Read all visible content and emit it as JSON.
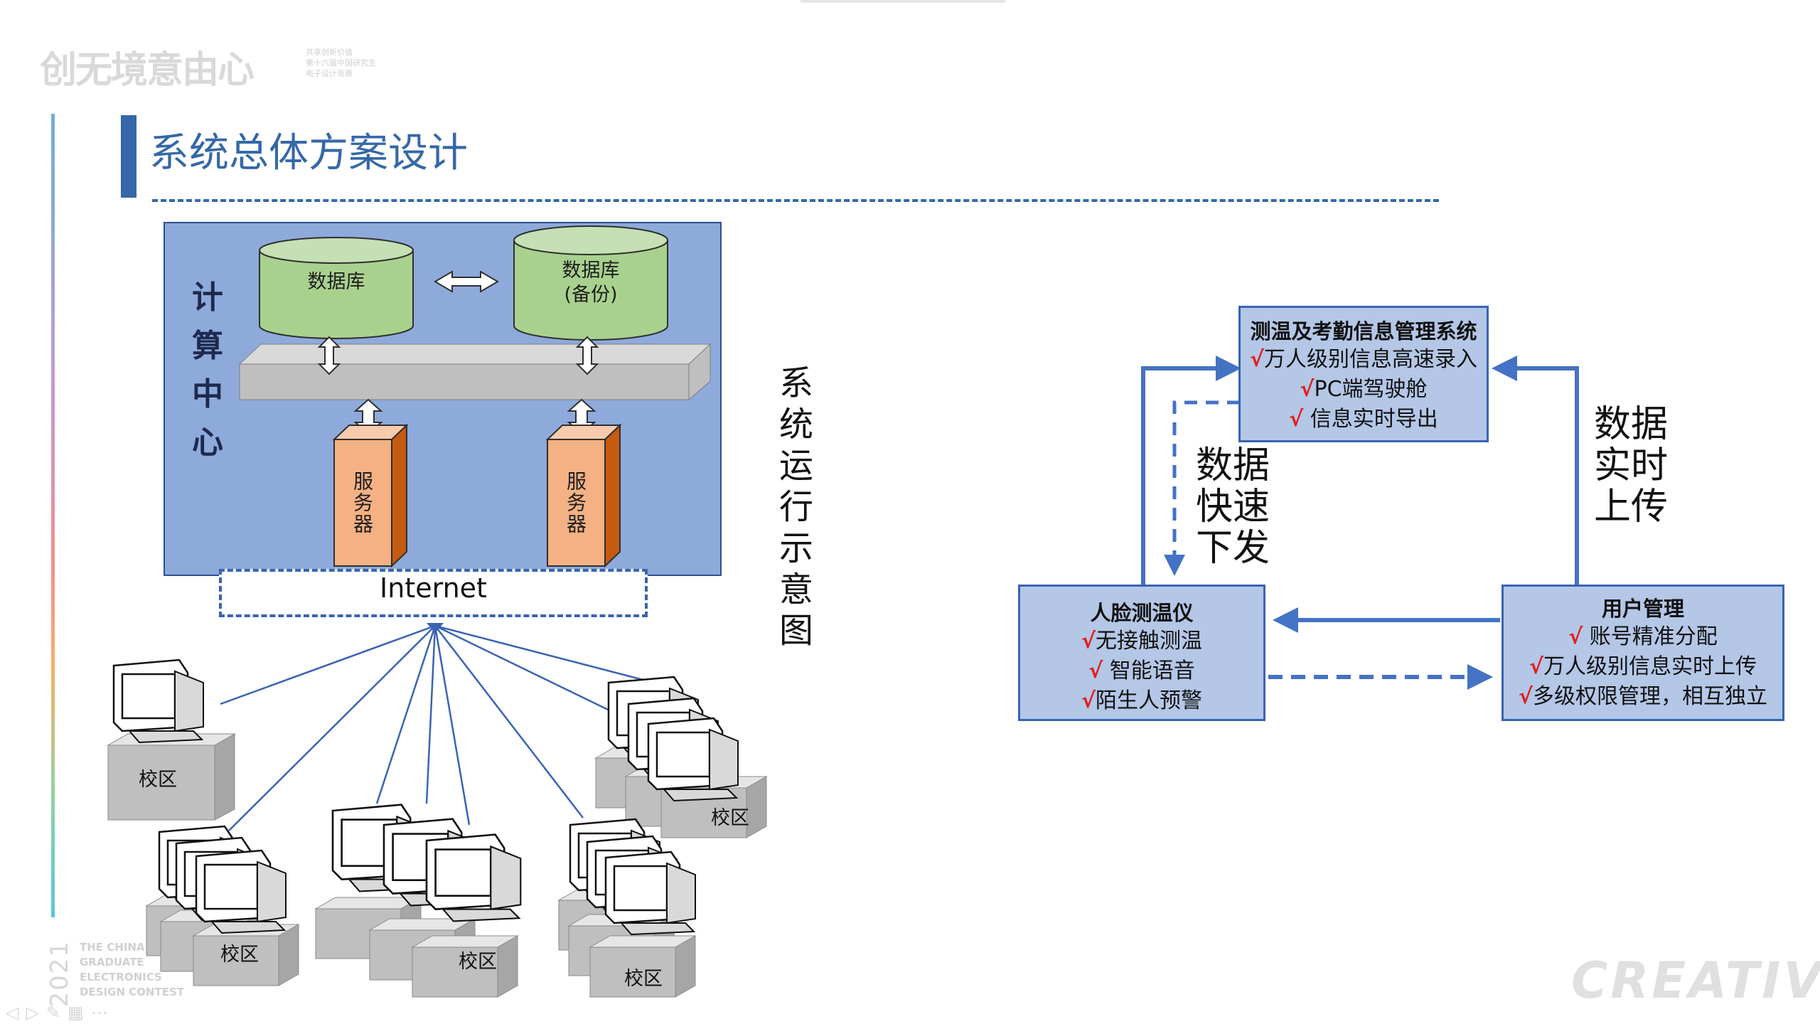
{
  "header": {
    "brand": "创无境意由心",
    "brand_sub": "共享创新价值\n第十六届中国研究生\n电子设计竞赛",
    "title": "系统总体方案设计"
  },
  "footer": {
    "year": "2021",
    "contest": "THE CHINA\nGRADUATE\nELECTRONICS\nDESIGN CONTEST",
    "creative": "CREATIVE"
  },
  "network": {
    "computing_center": [
      "计",
      "算",
      "中",
      "心"
    ],
    "database": "数据库",
    "database_backup": [
      "数据库",
      "(备份)"
    ],
    "server": "服务器",
    "internet": "Internet",
    "caption": [
      "系",
      "统",
      "运",
      "行",
      "示",
      "意",
      "图"
    ],
    "campus": "校区"
  },
  "flow": {
    "system": {
      "title": "测温及考勤信息管理系统",
      "items": [
        "万人级别信息高速录入",
        "PC端驾驶舱",
        "信息实时导出"
      ]
    },
    "device": {
      "title": "人脸测温仪",
      "items": [
        "无接触测温",
        "智能语音",
        "陌生人预警"
      ]
    },
    "user": {
      "title": "用户管理",
      "items": [
        "账号精准分配",
        "万人级别信息实时上传",
        "多级权限管理，相互独立"
      ]
    },
    "check_mark": "√",
    "label_left": [
      "数据",
      "快速",
      "下发"
    ],
    "label_right": [
      "数据",
      "实时",
      "上传"
    ]
  },
  "colors": {
    "accent": "#3468a8",
    "panel": "#8eaadb",
    "box": "#b4c7e7",
    "db": "#a9d18e",
    "server": "#f4b183",
    "check": "#e01f1f"
  }
}
